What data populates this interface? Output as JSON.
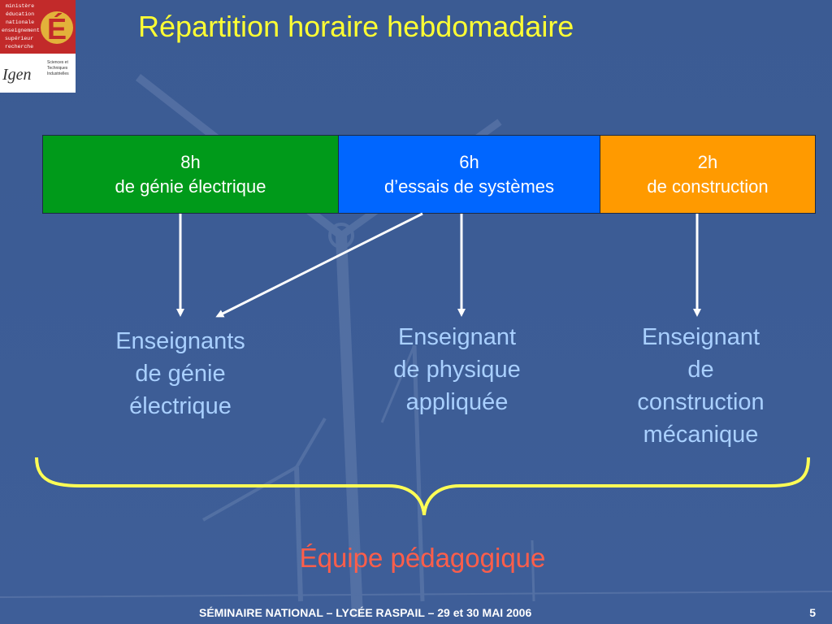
{
  "slide": {
    "title": "Répartition horaire hebdomadaire",
    "colors": {
      "background": "#3a5a92",
      "title": "#ffff33",
      "label": "#a9d0ff",
      "team": "#ff5e4a",
      "brace": "#ffff55"
    }
  },
  "logo": {
    "ministry_lines": [
      "ministère",
      "éducation",
      "nationale",
      "enseignement",
      "supérieur",
      "recherche"
    ],
    "emblem": "É",
    "sti_lines": [
      "Sciences et",
      "Techniques",
      "Industrielles"
    ],
    "signature": "Igen"
  },
  "schedule": {
    "cells": [
      {
        "hours": "8h",
        "subject": "de génie électrique",
        "color": "#009a1a"
      },
      {
        "hours": "6h",
        "subject": "d’essais de systèmes",
        "color": "#0066ff"
      },
      {
        "hours": "2h",
        "subject": "de construction",
        "color": "#ff9a00"
      }
    ]
  },
  "teachers": [
    {
      "lines": [
        "Enseignants",
        "de génie",
        "électrique"
      ]
    },
    {
      "lines": [
        "Enseignant",
        "de physique",
        "appliquée"
      ]
    },
    {
      "lines": [
        "Enseignant",
        "de",
        "construction",
        "mécanique"
      ]
    }
  ],
  "team_label": "Équipe pédagogique",
  "footer": {
    "text": "SÉMINAIRE NATIONAL – LYCÉE RASPAIL – 29 et 30 MAI 2006",
    "page": "5"
  }
}
